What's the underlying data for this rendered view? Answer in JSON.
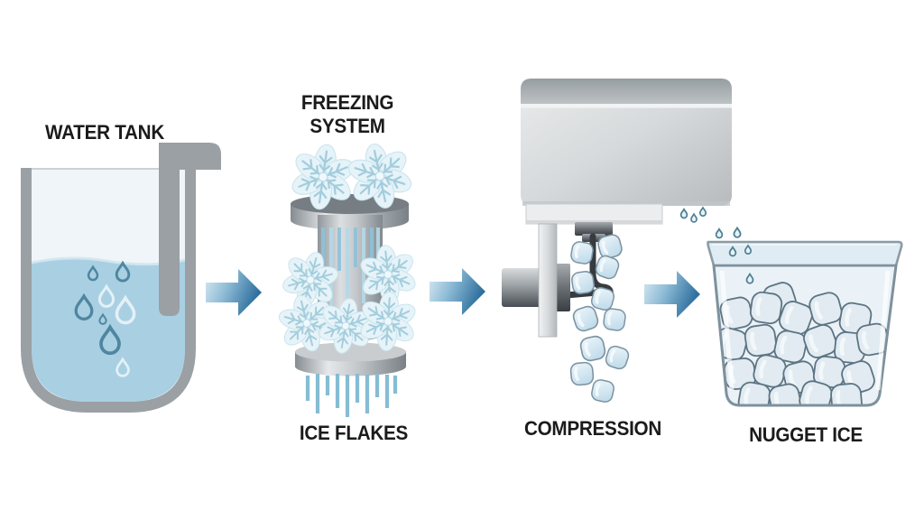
{
  "diagram": {
    "type": "process-diagram",
    "subject": "nugget ice making process",
    "background": "#ffffff",
    "stages": [
      {
        "name": "water-tank",
        "label": "WATER TANK"
      },
      {
        "name": "freezing-system",
        "label": "FREEZING SYSTEM"
      },
      {
        "name": "ice-flakes",
        "label": "ICE FLAKES"
      },
      {
        "name": "compression",
        "label": "COMPRESSION"
      },
      {
        "name": "nugget-ice",
        "label": "NUGGET ICE"
      }
    ],
    "flow": [
      "WATER TANK",
      "FREEZING SYSTEM / ICE FLAKES",
      "COMPRESSION",
      "NUGGET ICE"
    ],
    "arrow_count": 3,
    "icons": [
      "water-tank-icon",
      "water-droplet-icon",
      "pipe-icon",
      "flow-arrow-icon",
      "snowflake-icon",
      "freezing-cylinder-icon",
      "ice-stream-icon",
      "compression-machine-icon",
      "motor-icon",
      "auger-icon",
      "ice-nugget-icon",
      "ice-bin-icon"
    ],
    "colors": {
      "label_text": "#1b1b1b",
      "arrow_light": "#dcebf3",
      "arrow_dark": "#2e6f9e",
      "metal_gray": "#9aa0a4",
      "water": "#a9cfe2",
      "snowflake": "#e6f3f8",
      "ice_nugget_fill": "#d9eaf4",
      "ice_nugget_stroke": "#7d94a2",
      "bin_tint": "#dceaf2"
    }
  }
}
